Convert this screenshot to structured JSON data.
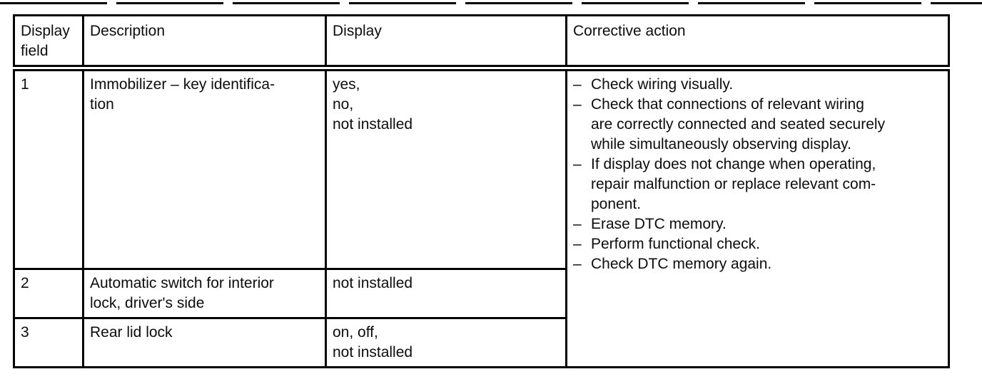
{
  "page": {
    "background": "#ffffff",
    "ink": "#0d0d0d",
    "rule_color": "#000000"
  },
  "document": {
    "table": {
      "headers": {
        "display_field": "Display\nfield",
        "description": "Description",
        "display": "Display",
        "corrective_action": "Corrective action"
      },
      "rows": [
        {
          "field": "1",
          "description": "Immobilizer – key identifica-\ntion",
          "display": "yes,\nno,\nnot installed"
        },
        {
          "field": "2",
          "description": "Automatic switch for interior\nlock, driver's side",
          "display": "not installed"
        },
        {
          "field": "3",
          "description": "Rear lid lock",
          "display": "on, off,\nnot installed"
        }
      ],
      "corrective_actions": [
        {
          "bullet": "–",
          "text": "Check wiring visually."
        },
        {
          "bullet": "–",
          "text": "Check that connections of relevant wiring\nare correctly connected and seated securely\nwhile simultaneously observing display."
        },
        {
          "bullet": "–",
          "text": "If display does not change when operating,\nrepair malfunction or replace relevant com-\nponent."
        },
        {
          "bullet": "–",
          "text": "Erase DTC memory."
        },
        {
          "bullet": "–",
          "text": "Perform functional check."
        },
        {
          "bullet": "–",
          "text": "Check DTC memory again."
        }
      ]
    }
  }
}
